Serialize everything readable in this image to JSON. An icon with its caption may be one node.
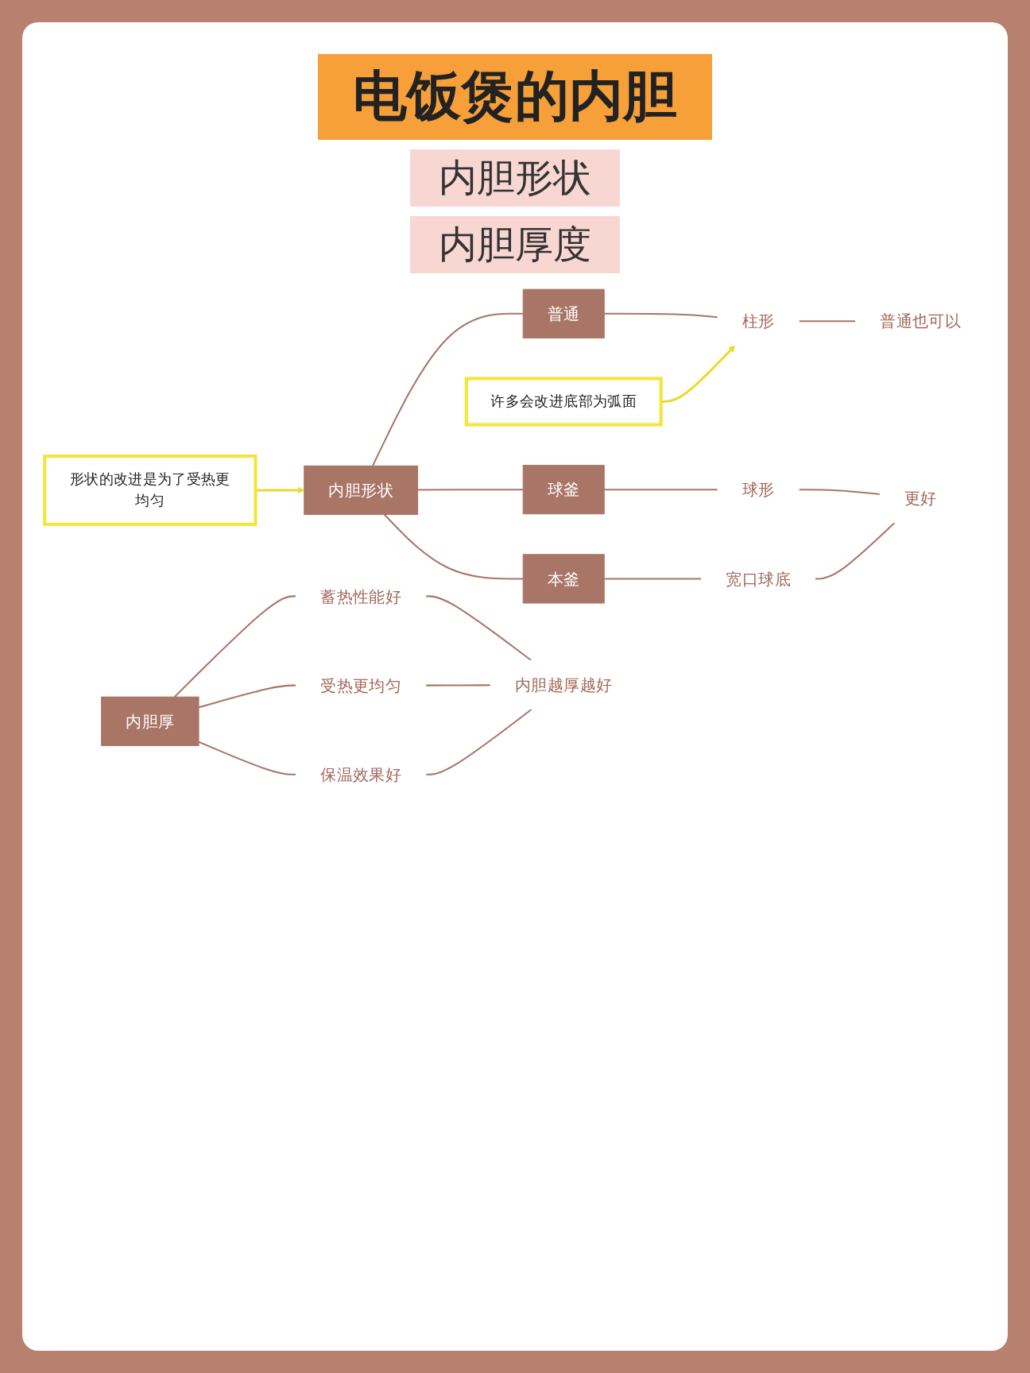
{
  "diagram": {
    "title": "电饭煲的内胆",
    "nodes": [
      {
        "text": [
          "内胆形状"
        ]
      },
      {
        "text": [
          "普通"
        ]
      },
      {
        "text": [
          "球釜"
        ]
      },
      {
        "text": [
          "本釜"
        ]
      },
      {
        "text": [
          "柱形"
        ]
      },
      {
        "text": [
          "球形"
        ]
      },
      {
        "text": [
          "宽口球底"
        ]
      },
      {
        "text": [
          "普通也可以"
        ]
      },
      {
        "text": [
          "更好"
        ]
      },
      {
        "text": [
          "许多会改进底部为弧面"
        ]
      },
      {
        "text": [
          "形状的改进是为了受热更均匀"
        ]
      },
      {
        "text": [
          "内胆厚"
        ]
      },
      {
        "text": [
          "蓄热性能好"
        ]
      },
      {
        "text": [
          "受热更均匀"
        ]
      },
      {
        "text": [
          "保温效果好"
        ]
      },
      {
        "text": [
          "内胆越厚越好"
        ]
      }
    ],
    "edges": [
      {
        "from": 0,
        "to": 1,
        "arrow": "none"
      },
      {
        "from": 0,
        "to": 2,
        "arrow": "none"
      },
      {
        "from": 0,
        "to": 3,
        "arrow": "none"
      },
      {
        "from": 1,
        "to": 4,
        "arrow": "none"
      },
      {
        "from": 2,
        "to": 5,
        "arrow": "none"
      },
      {
        "from": 3,
        "to": 6,
        "arrow": "none"
      },
      {
        "from": 4,
        "to": 7,
        "arrow": "none"
      },
      {
        "from": 5,
        "to": 8,
        "arrow": "none"
      },
      {
        "from": 6,
        "to": 8,
        "arrow": "none"
      },
      {
        "from": 9,
        "to": 4,
        "arrow": "to",
        "color": "#e8dc2c"
      },
      {
        "from": 10,
        "to": 0,
        "arrow": "to",
        "color": "#e8dc2c"
      },
      {
        "from": 11,
        "to": 12,
        "arrow": "none"
      },
      {
        "from": 11,
        "to": 13,
        "arrow": "none"
      },
      {
        "from": 11,
        "to": 14,
        "arrow": "none"
      },
      {
        "from": 12,
        "to": 15,
        "arrow": "none"
      },
      {
        "from": 13,
        "to": 15,
        "arrow": "none"
      },
      {
        "from": 14,
        "to": 15,
        "arrow": "none"
      }
    ],
    "labels": [
      "内胆形状",
      "内胆厚度"
    ]
  }
}
